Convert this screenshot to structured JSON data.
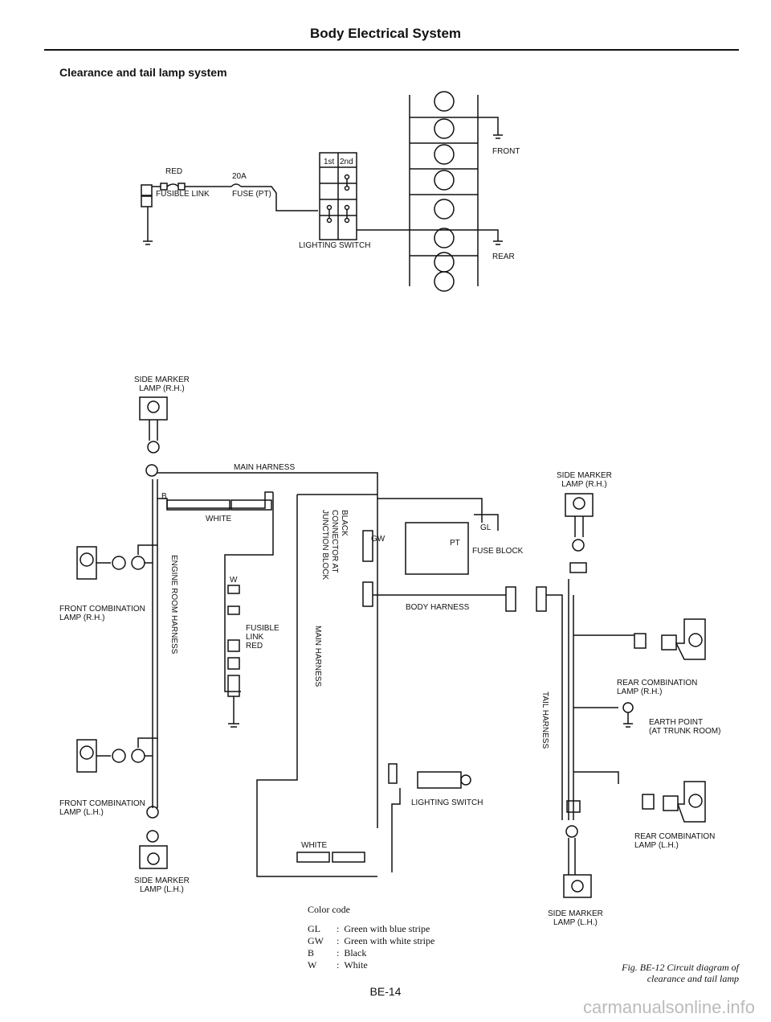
{
  "header": {
    "page_title": "Body Electrical System",
    "section_title": "Clearance and tail lamp system"
  },
  "top": {
    "red": "RED",
    "amp": "20A",
    "fusible_link": "FUSIBLE LINK",
    "fuse": "FUSE (PT)",
    "switch_1st": "1st",
    "switch_2nd": "2nd",
    "lighting_switch": "LIGHTING SWITCH",
    "front": "FRONT",
    "rear": "REAR"
  },
  "main": {
    "side_marker_rh": "SIDE MARKER\nLAMP (R.H.)",
    "main_harness_top": "MAIN HARNESS",
    "white1": "WHITE",
    "engine_room_harness": "ENGINE ROOM HARNESS",
    "front_combination_rh": "FRONT COMBINATION\nLAMP (R.H.)",
    "front_combination_lh": "FRONT COMBINATION\nLAMP (L.H.)",
    "side_marker_lh": "SIDE MARKER\nLAMP (L.H.)",
    "fusible_link_red": "FUSIBLE\nLINK\nRED",
    "black_connector": "BLACK\nCONNECTOR AT\nJUNCTION BLOCK",
    "main_harness_vertical": "MAIN HARNESS",
    "fuse_block": "FUSE BLOCK",
    "pt": "PT",
    "body_harness": "BODY HARNESS",
    "lighting_switch_2": "LIGHTING SWITCH",
    "white2": "WHITE",
    "w1": "W",
    "b1": "B",
    "gw1": "GW",
    "gl1": "GL"
  },
  "rear": {
    "side_marker_rh": "SIDE MARKER\nLAMP (R.H.)",
    "tail_harness": "TAIL HARNESS",
    "rear_combination_rh": "REAR COMBINATION\nLAMP (R.H.)",
    "earth_point": "EARTH POINT\n(AT TRUNK ROOM)",
    "rear_combination_lh": "REAR COMBINATION\nLAMP (L.H.)",
    "side_marker_lh": "SIDE MARKER\nLAMP (L.H.)"
  },
  "legend": {
    "title": "Color code",
    "rows": [
      {
        "code": "GL",
        "desc": "Green with blue stripe"
      },
      {
        "code": "GW",
        "desc": "Green with white stripe"
      },
      {
        "code": "B",
        "desc": "Black"
      },
      {
        "code": "W",
        "desc": "White"
      }
    ]
  },
  "caption": "Fig. BE-12 Circuit diagram of\nclearance and tail lamp",
  "page_number": "BE-14",
  "watermark": "carmanualsonline.info"
}
